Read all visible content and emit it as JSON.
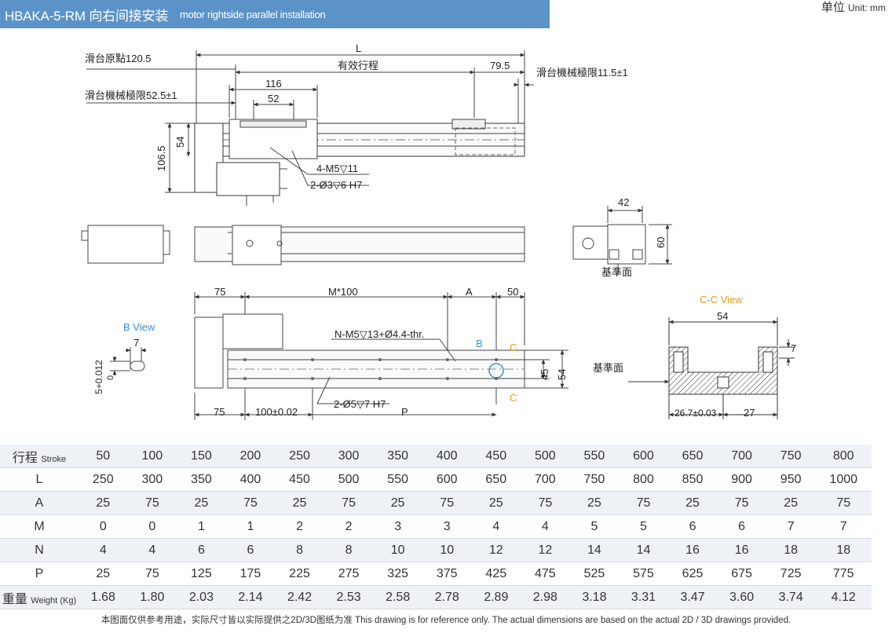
{
  "header": {
    "title_main": "HBAKA-5-RM 向右间接安装",
    "title_sub": "motor rightside parallel installation",
    "unit_label": "单位",
    "unit_value": "Unit: mm"
  },
  "drawing": {
    "top_view": {
      "L": "L",
      "effective_stroke": "有效行程",
      "d_79_5": "79.5",
      "origin": "滑台原點120.5",
      "limit_left": "滑台機械極限52.5±1",
      "limit_right": "滑台機械極限11.5±1",
      "d_116": "116",
      "d_52": "52",
      "d_54": "54",
      "d_106_5": "106.5",
      "note_m5": "4-M5▽11",
      "note_pin": "2-Ø3▽6 H7"
    },
    "end_view": {
      "d_42": "42",
      "d_60": "60",
      "ref": "基準面"
    },
    "bottom_view": {
      "d_75_top": "75",
      "m100": "M*100",
      "a": "A",
      "d_50": "50",
      "note_thread": "N-M5▽13+Ø4.4-thr.",
      "b_mark": "B",
      "c_mark_top": "C",
      "c_mark_bottom": "C",
      "d_45": "45",
      "d_54": "54",
      "d_75_bot": "75",
      "d_100": "100±0.02",
      "note_pin": "2-Ø5▽7 H7",
      "p": "P"
    },
    "b_view": {
      "title": "B View",
      "d_7": "7",
      "tol": "5+0.012",
      "tol0": "0"
    },
    "cc_view": {
      "title": "C-C View",
      "d_54": "54",
      "d_7": "7",
      "ref": "基準面",
      "d_26_7": "26.7±0.03",
      "d_27": "27"
    }
  },
  "spec_table": {
    "rows": [
      {
        "label": "行程",
        "label_sub": "Stroke",
        "values": [
          "50",
          "100",
          "150",
          "200",
          "250",
          "300",
          "350",
          "400",
          "450",
          "500",
          "550",
          "600",
          "650",
          "700",
          "750",
          "800"
        ]
      },
      {
        "label": "L",
        "label_sub": "",
        "values": [
          "250",
          "300",
          "350",
          "400",
          "450",
          "500",
          "550",
          "600",
          "650",
          "700",
          "750",
          "800",
          "850",
          "900",
          "950",
          "1000"
        ]
      },
      {
        "label": "A",
        "label_sub": "",
        "values": [
          "25",
          "75",
          "25",
          "75",
          "25",
          "75",
          "25",
          "75",
          "25",
          "75",
          "25",
          "75",
          "25",
          "75",
          "25",
          "75"
        ]
      },
      {
        "label": "M",
        "label_sub": "",
        "values": [
          "0",
          "0",
          "1",
          "1",
          "2",
          "2",
          "3",
          "3",
          "4",
          "4",
          "5",
          "5",
          "6",
          "6",
          "7",
          "7"
        ]
      },
      {
        "label": "N",
        "label_sub": "",
        "values": [
          "4",
          "4",
          "6",
          "6",
          "8",
          "8",
          "10",
          "10",
          "12",
          "12",
          "14",
          "14",
          "16",
          "16",
          "18",
          "18"
        ]
      },
      {
        "label": "P",
        "label_sub": "",
        "values": [
          "25",
          "75",
          "125",
          "175",
          "225",
          "275",
          "325",
          "375",
          "425",
          "475",
          "525",
          "575",
          "625",
          "675",
          "725",
          "775"
        ]
      },
      {
        "label": "重量",
        "label_sub": "Weight (Kg)",
        "values": [
          "1.68",
          "1.80",
          "2.03",
          "2.14",
          "2.42",
          "2.53",
          "2.58",
          "2.78",
          "2.89",
          "2.98",
          "3.18",
          "3.31",
          "3.47",
          "3.60",
          "3.74",
          "4.12"
        ]
      }
    ]
  },
  "footer": {
    "note": "本图面仅供参考用途，实际尺寸皆以实际提供之2D/3D图纸为准 This drawing is for reference only. The actual dimensions are based on the actual 2D / 3D drawings provided."
  }
}
